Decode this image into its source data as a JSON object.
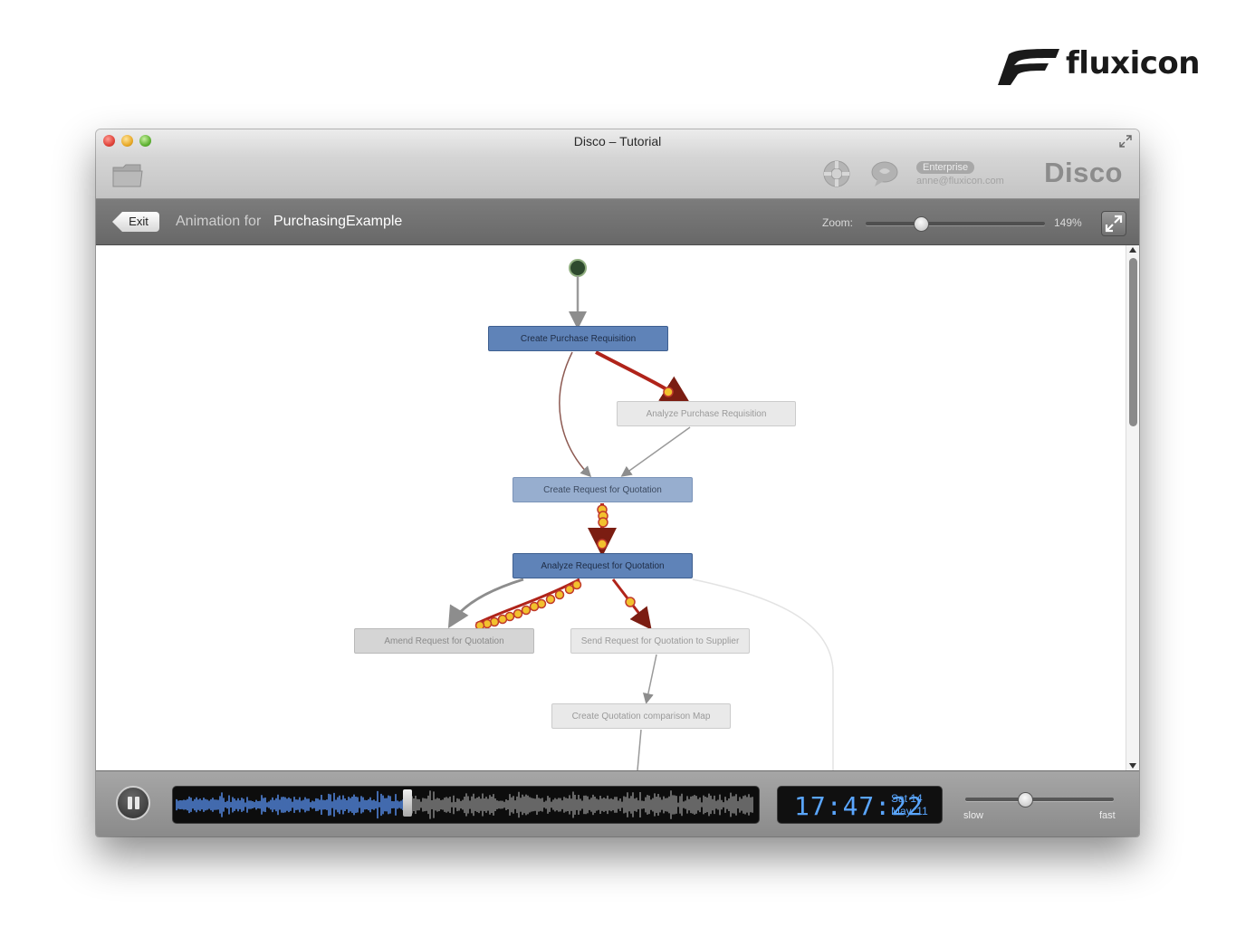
{
  "brand": {
    "name": "fluxicon"
  },
  "window": {
    "title": "Disco – Tutorial",
    "app_name": "Disco",
    "badge": "Enterprise",
    "user_email": "anne@fluxicon.com"
  },
  "toolbar": {
    "exit_label": "Exit",
    "animation_prefix": "Animation for",
    "log_name": "PurchasingExample",
    "zoom_label": "Zoom:",
    "zoom_value": "149%",
    "zoom_fraction": 0.31
  },
  "process_map": {
    "activities": [
      "Create Purchase Requisition",
      "Analyze Purchase Requisition",
      "Create Request for Quotation",
      "Analyze Request for Quotation",
      "Amend Request for Quotation",
      "Send Request for Quotation to Supplier",
      "Create Quotation comparison Map"
    ]
  },
  "playback": {
    "position_fraction": 0.4,
    "time": "17:47:22",
    "day": "Sat 14",
    "date": "May '11",
    "speed_slow_label": "slow",
    "speed_fast_label": "fast",
    "speed_fraction": 0.4
  },
  "colors": {
    "activity_dark": "#5f83b8",
    "activity_light": "#97aecf",
    "token_fill": "#f2c12e",
    "token_stroke": "#c0392b",
    "clock_digits": "#5aa6ff"
  }
}
